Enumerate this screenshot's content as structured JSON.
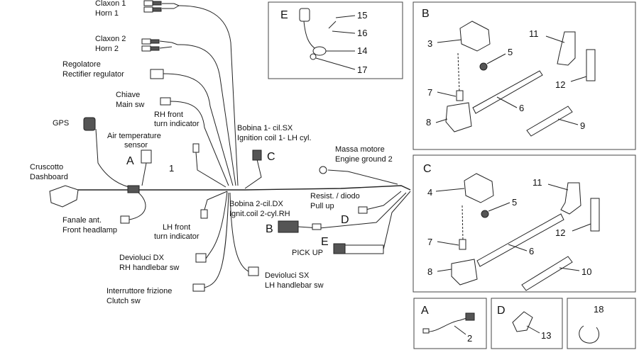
{
  "harness": {
    "horn1_it": "Claxon 1",
    "horn1_en": "Horn 1",
    "horn2_it": "Claxon 2",
    "horn2_en": "Horn 2",
    "regulator_it": "Regolatore",
    "regulator_en": "Rectifier regulator",
    "mainsw_it": "Chiave",
    "mainsw_en": "Main sw",
    "rh_turn_1": "RH front",
    "rh_turn_2": "turn indicator",
    "gps": "GPS",
    "air_temp_1": "Air temperature",
    "air_temp_2": "sensor",
    "dash_it": "Cruscotto",
    "dash_en": "Dashboard",
    "headlamp_it": "Fanale ant.",
    "headlamp_en": "Front headlamp",
    "lh_turn_1": "LH front",
    "lh_turn_2": "turn indicator",
    "rh_sw_it": "Devioluci DX",
    "rh_sw_en": "RH handlebar sw",
    "clutch_it": "Interruttore frizione",
    "clutch_en": "Clutch sw",
    "lh_sw_it": "Devioluci SX",
    "lh_sw_en": "LH handlebar sw",
    "coil1_it": "Bobina 1- cil.SX",
    "coil1_en": "Ignition coil 1- LH cyl.",
    "coil2_it": "Bobina 2-cil.DX",
    "coil2_en": "Ignit.coil 2-cyl.RH",
    "ground_it": "Massa motore",
    "ground_en": "Engine ground 2",
    "resist_it": "Resist. / diodo",
    "resist_en": "Pull up",
    "pickup": "PICK UP",
    "letter_a": "A",
    "letter_b": "B",
    "letter_c": "C",
    "letter_d": "D",
    "letter_e": "E",
    "num_1": "1"
  },
  "panel_e": {
    "letter": "E",
    "n15": "15",
    "n16": "16",
    "n14": "14",
    "n17": "17"
  },
  "panel_b": {
    "letter": "B",
    "n3": "3",
    "n11": "11",
    "n5": "5",
    "n12": "12",
    "n7": "7",
    "n6": "6",
    "n8": "8",
    "n9": "9"
  },
  "panel_c": {
    "letter": "C",
    "n4": "4",
    "n11": "11",
    "n5": "5",
    "n12": "12",
    "n7": "7",
    "n6": "6",
    "n8": "8",
    "n10": "10"
  },
  "panel_a": {
    "letter": "A",
    "n2": "2"
  },
  "panel_d": {
    "letter": "D",
    "n13": "13"
  },
  "panel_18": {
    "n18": "18"
  }
}
